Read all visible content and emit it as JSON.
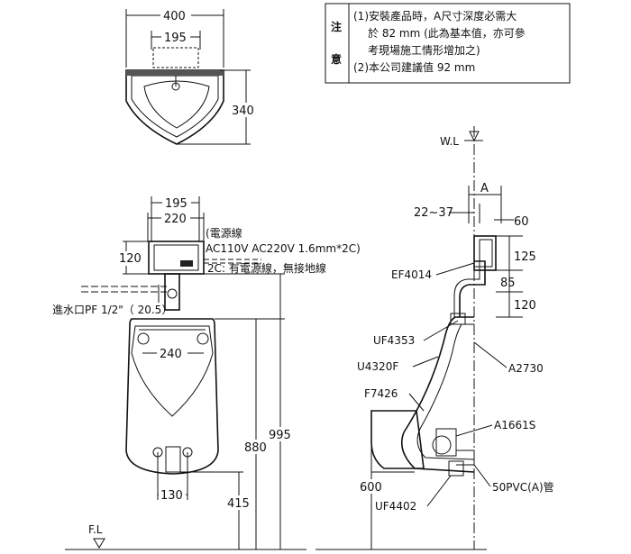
{
  "note": {
    "heading_top": "注",
    "heading_bottom": "意",
    "line1": "(1)安裝產品時，A尺寸深度必需大",
    "line2": "於 82 mm (此為基本值，亦可參",
    "line3": "考現場施工情形增加之)",
    "line4": "(2)本公司建議值 92 mm"
  },
  "top_view": {
    "dim_width": "400",
    "dim_inner": "195",
    "dim_depth": "340"
  },
  "front_view": {
    "dim_195": "195",
    "dim_220": "220",
    "dim_120": "120",
    "power_note1": "(電源線",
    "power_note2": "AC110V AC220V   1.6mm*2C)",
    "power_note3": "2C: 有電源線，無接地線",
    "inlet": "進水口PF 1/2\"（  20.5）",
    "dim_240": "240",
    "dim_130": "130",
    "dim_415": "415",
    "dim_880": "880",
    "dim_995": "995",
    "floor": "F.L"
  },
  "side_view": {
    "wall": "W.L",
    "dim_a": "A",
    "dim_22_37": "22~37",
    "dim_60": "60",
    "dim_125": "125",
    "dim_85": "85",
    "dim_120": "120",
    "dim_600": "600",
    "parts": [
      "EF4014",
      "UF4353",
      "U4320F",
      "F7426",
      "A2730",
      "A1661S",
      "UF4402",
      "50PVC(A)管"
    ]
  }
}
